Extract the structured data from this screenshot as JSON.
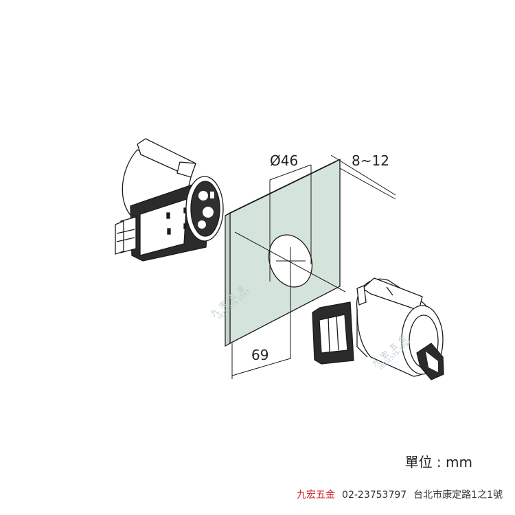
{
  "diagram": {
    "dimensions": {
      "hole_diameter": "Ø46",
      "thickness": "8~12",
      "width": "69"
    },
    "unit_label": "單位 : mm"
  },
  "watermark": {
    "name": "九宏五金",
    "phone": "(02)2375-3797"
  },
  "footer": {
    "brand": "九宏五金",
    "phone": "02-23753797",
    "address": "台北市康定路1之1號"
  },
  "colors": {
    "glass": "#d5e4da",
    "line": "#1a1a1a",
    "brand": "#d0202a"
  }
}
